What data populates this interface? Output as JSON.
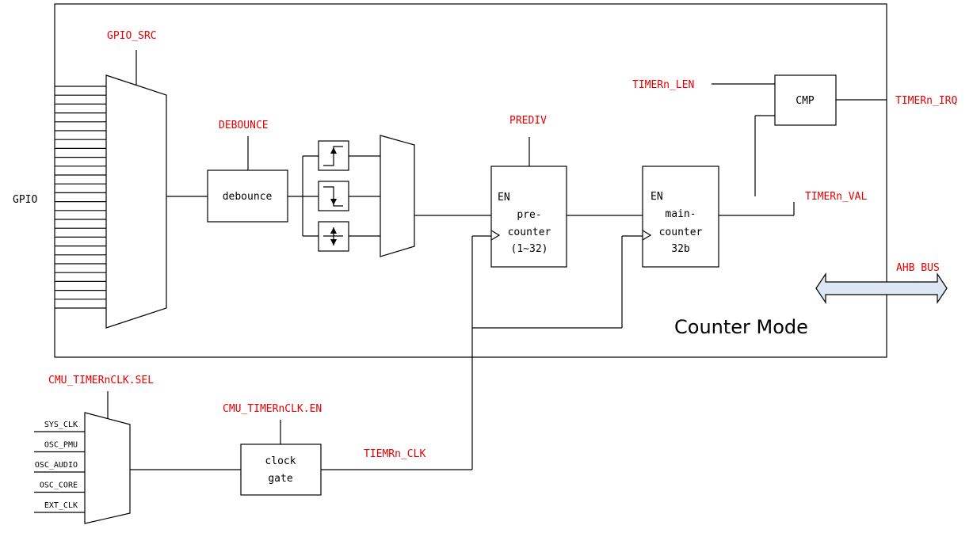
{
  "labels": {
    "gpio_src": "GPIO_SRC",
    "gpio": "GPIO",
    "debounce_ctrl": "DEBOUNCE",
    "debounce_block": "debounce",
    "prediv": "PREDIV",
    "timer_len": "TIMERn_LEN",
    "cmp": "CMP",
    "timer_irq": "TIMERn_IRQ",
    "timer_val": "TIMERn_VAL",
    "ahb_bus": "AHB BUS",
    "mode_title": "Counter Mode",
    "clk_sel": "CMU_TIMERnCLK.SEL",
    "clk_en": "CMU_TIMERnCLK.EN",
    "timer_clk": "TIEMRn_CLK"
  },
  "precounter": {
    "en": "EN",
    "line1": "pre-",
    "line2": "counter",
    "line3": "(1~32)"
  },
  "maincounter": {
    "en": "EN",
    "line1": "main-",
    "line2": "counter",
    "line3": "32b"
  },
  "clock_gate": {
    "line1": "clock",
    "line2": "gate"
  },
  "clock_sources": [
    "SYS_CLK",
    "OSC_PMU",
    "OSC_AUDIO",
    "OSC_CORE",
    "EXT_CLK"
  ],
  "colors": {
    "signal_label": "#e60000",
    "arrow_fill": "#dde6f2"
  }
}
